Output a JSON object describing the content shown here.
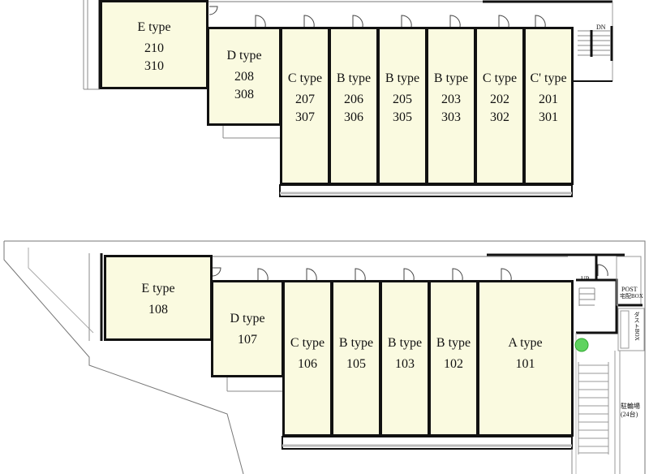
{
  "upper_floor": {
    "units": [
      {
        "type": "E type",
        "rooms": [
          "210",
          "310"
        ]
      },
      {
        "type": "D type",
        "rooms": [
          "208",
          "308"
        ]
      },
      {
        "type": "C type",
        "rooms": [
          "207",
          "307"
        ]
      },
      {
        "type": "B type",
        "rooms": [
          "206",
          "306"
        ]
      },
      {
        "type": "B type",
        "rooms": [
          "205",
          "305"
        ]
      },
      {
        "type": "B type",
        "rooms": [
          "203",
          "303"
        ]
      },
      {
        "type": "C type",
        "rooms": [
          "202",
          "302"
        ]
      },
      {
        "type": "C' type",
        "rooms": [
          "201",
          "301"
        ]
      }
    ],
    "stair_label": "DN"
  },
  "ground_floor": {
    "units": [
      {
        "type": "E type",
        "rooms": [
          "108"
        ]
      },
      {
        "type": "D type",
        "rooms": [
          "107"
        ]
      },
      {
        "type": "C type",
        "rooms": [
          "106"
        ]
      },
      {
        "type": "B type",
        "rooms": [
          "105"
        ]
      },
      {
        "type": "B type",
        "rooms": [
          "103"
        ]
      },
      {
        "type": "B type",
        "rooms": [
          "102"
        ]
      },
      {
        "type": "A type",
        "rooms": [
          "101"
        ]
      }
    ],
    "stair_label": "UP",
    "post_box_label": "POST",
    "delivery_box_label": "宅配BOX",
    "dust_box_label": "ダストBOX",
    "bicycle_parking_label": "駐輪場",
    "bicycle_parking_capacity": "(24台)"
  },
  "colors": {
    "unit_fill": "#fafae0",
    "tree": "#5fd35f"
  }
}
